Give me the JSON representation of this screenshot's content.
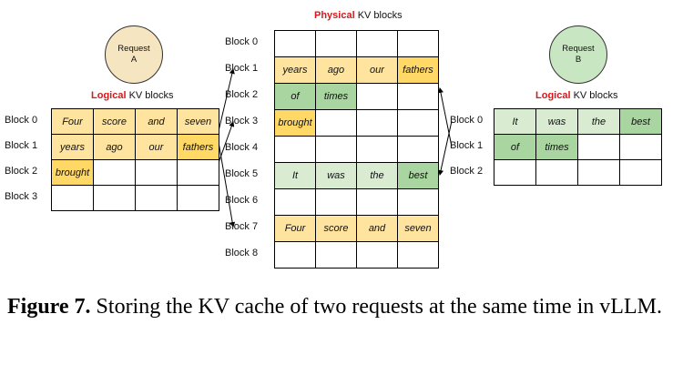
{
  "colors": {
    "request_a": "#ffe4a0",
    "request_a_strong": "#ffd866",
    "request_b": "#d9ecd2",
    "request_b_strong": "#a9d5a0",
    "heading_accent": "#d7191c"
  },
  "request_a": {
    "label_line1": "Request",
    "label_line2": "A"
  },
  "request_b": {
    "label_line1": "Request",
    "label_line2": "B"
  },
  "logical_a": {
    "heading_accent": "Logical",
    "heading_rest": " KV blocks",
    "blocks": [
      {
        "label": "Block 0",
        "tokens": [
          "Four",
          "score",
          "and",
          "seven"
        ],
        "fill": [
          1,
          1,
          1,
          1
        ]
      },
      {
        "label": "Block 1",
        "tokens": [
          "years",
          "ago",
          "our",
          "fathers"
        ],
        "fill": [
          1,
          1,
          1,
          2
        ]
      },
      {
        "label": "Block 2",
        "tokens": [
          "brought",
          "",
          "",
          ""
        ],
        "fill": [
          2,
          0,
          0,
          0
        ]
      },
      {
        "label": "Block 3",
        "tokens": [
          "",
          "",
          "",
          ""
        ],
        "fill": [
          0,
          0,
          0,
          0
        ]
      }
    ]
  },
  "physical": {
    "heading_accent": "Physical",
    "heading_rest": " KV blocks",
    "blocks": [
      {
        "label": "Block 0",
        "tokens": [
          "",
          "",
          "",
          ""
        ],
        "fill": [
          0,
          0,
          0,
          0
        ]
      },
      {
        "label": "Block 1",
        "tokens": [
          "years",
          "ago",
          "our",
          "fathers"
        ],
        "fill": [
          1,
          1,
          1,
          2
        ]
      },
      {
        "label": "Block 2",
        "tokens": [
          "of",
          "times",
          "",
          ""
        ],
        "fill": [
          4,
          4,
          0,
          0
        ]
      },
      {
        "label": "Block 3",
        "tokens": [
          "brought",
          "",
          "",
          ""
        ],
        "fill": [
          2,
          0,
          0,
          0
        ]
      },
      {
        "label": "Block 4",
        "tokens": [
          "",
          "",
          "",
          ""
        ],
        "fill": [
          0,
          0,
          0,
          0
        ]
      },
      {
        "label": "Block 5",
        "tokens": [
          "It",
          "was",
          "the",
          "best"
        ],
        "fill": [
          3,
          3,
          3,
          4
        ]
      },
      {
        "label": "Block 6",
        "tokens": [
          "",
          "",
          "",
          ""
        ],
        "fill": [
          0,
          0,
          0,
          0
        ]
      },
      {
        "label": "Block 7",
        "tokens": [
          "Four",
          "score",
          "and",
          "seven"
        ],
        "fill": [
          1,
          1,
          1,
          1
        ]
      },
      {
        "label": "Block 8",
        "tokens": [
          "",
          "",
          "",
          ""
        ],
        "fill": [
          0,
          0,
          0,
          0
        ]
      }
    ]
  },
  "logical_b": {
    "heading_accent": "Logical",
    "heading_rest": " KV blocks",
    "blocks": [
      {
        "label": "Block 0",
        "tokens": [
          "It",
          "was",
          "the",
          "best"
        ],
        "fill": [
          3,
          3,
          3,
          4
        ]
      },
      {
        "label": "Block 1",
        "tokens": [
          "of",
          "times",
          "",
          ""
        ],
        "fill": [
          4,
          4,
          0,
          0
        ]
      },
      {
        "label": "Block 2",
        "tokens": [
          "",
          "",
          "",
          ""
        ],
        "fill": [
          0,
          0,
          0,
          0
        ]
      }
    ]
  },
  "caption": {
    "label": "Figure 7.",
    "text": " Storing the KV cache of two requests at the same time in vLLM."
  }
}
